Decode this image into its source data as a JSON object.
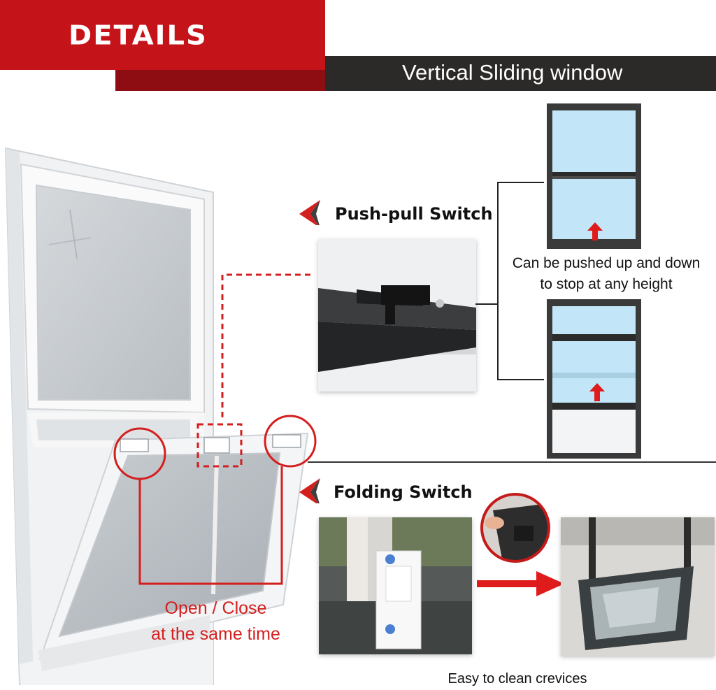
{
  "header": {
    "title": "DETAILS",
    "subtitle": "Vertical Sliding window"
  },
  "features": {
    "push_pull": {
      "title": "Push-pull Switch",
      "caption_line1": "Can be pushed up and down",
      "caption_line2": "to stop at any height"
    },
    "folding": {
      "title": "Folding Switch",
      "caption": "Easy to clean crevices"
    }
  },
  "window_callout": {
    "line1": "Open / Close",
    "line2": "at the same time"
  },
  "colors": {
    "brand_red": "#c4141a",
    "dark_banner": "#2c2a28",
    "callout_red": "#d41f1f",
    "frame_dark": "#2b2b2b",
    "glass_blue": "#bfe3f7"
  },
  "icons": [
    "red-chevron-icon",
    "up-arrow-icon",
    "right-arrow-icon"
  ]
}
